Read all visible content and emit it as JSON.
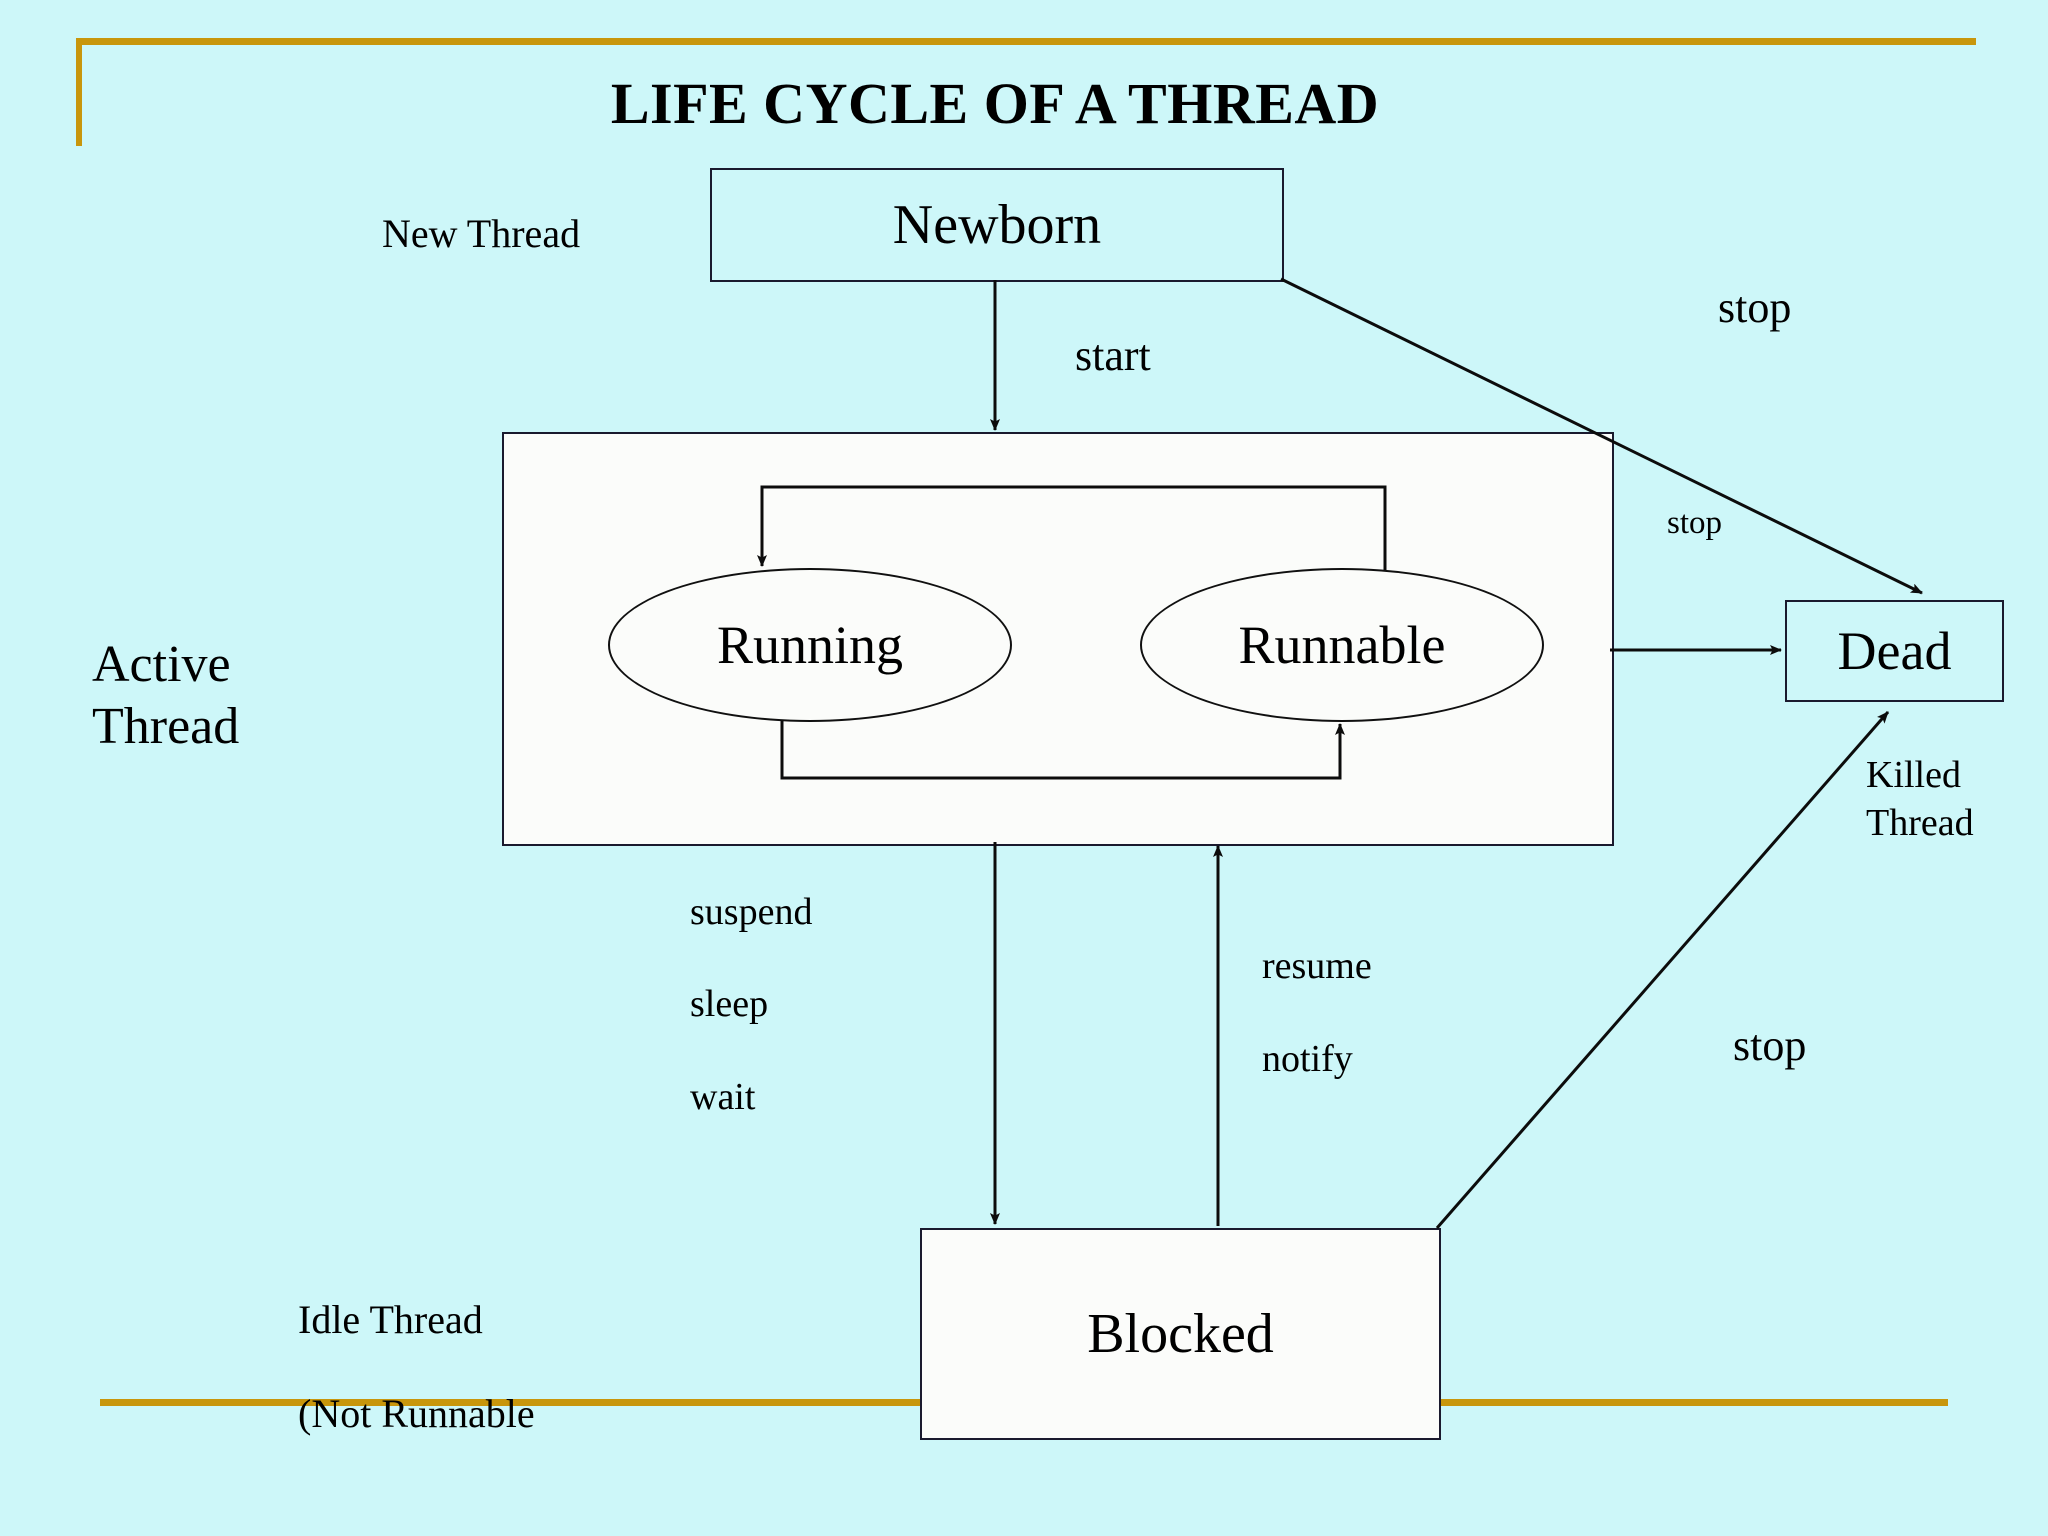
{
  "slide": {
    "title": "LIFE CYCLE OF A THREAD",
    "background_color": "#cdf7f9",
    "accent_rule_color": "#c8960c"
  },
  "nodes": {
    "newborn": "Newborn",
    "running": "Running",
    "runnable": "Runnable",
    "dead": "Dead",
    "blocked": "Blocked",
    "active_container": ""
  },
  "labels": {
    "new_thread": "New Thread",
    "start": "start",
    "stop_top": "stop",
    "stop_middle": "stop",
    "stop_bottom": "stop",
    "active_thread": "Active\nThread",
    "killed_thread": "Killed\nThread",
    "suspend": "suspend",
    "sleep": "sleep",
    "wait": "wait",
    "resume": "resume",
    "notify": "notify",
    "idle_thread": "Idle Thread",
    "not_runnable": "(Not Runnable"
  },
  "transitions": [
    {
      "from": "Newborn",
      "to": "Active",
      "label": "start"
    },
    {
      "from": "Newborn",
      "to": "Dead",
      "label": "stop"
    },
    {
      "from": "Runnable",
      "to": "Running",
      "label": ""
    },
    {
      "from": "Running",
      "to": "Runnable",
      "label": ""
    },
    {
      "from": "Active",
      "to": "Dead",
      "label": "stop"
    },
    {
      "from": "Active",
      "to": "Blocked",
      "label": "suspend / sleep / wait"
    },
    {
      "from": "Blocked",
      "to": "Active",
      "label": "resume / notify"
    },
    {
      "from": "Blocked",
      "to": "Dead",
      "label": "stop"
    }
  ]
}
